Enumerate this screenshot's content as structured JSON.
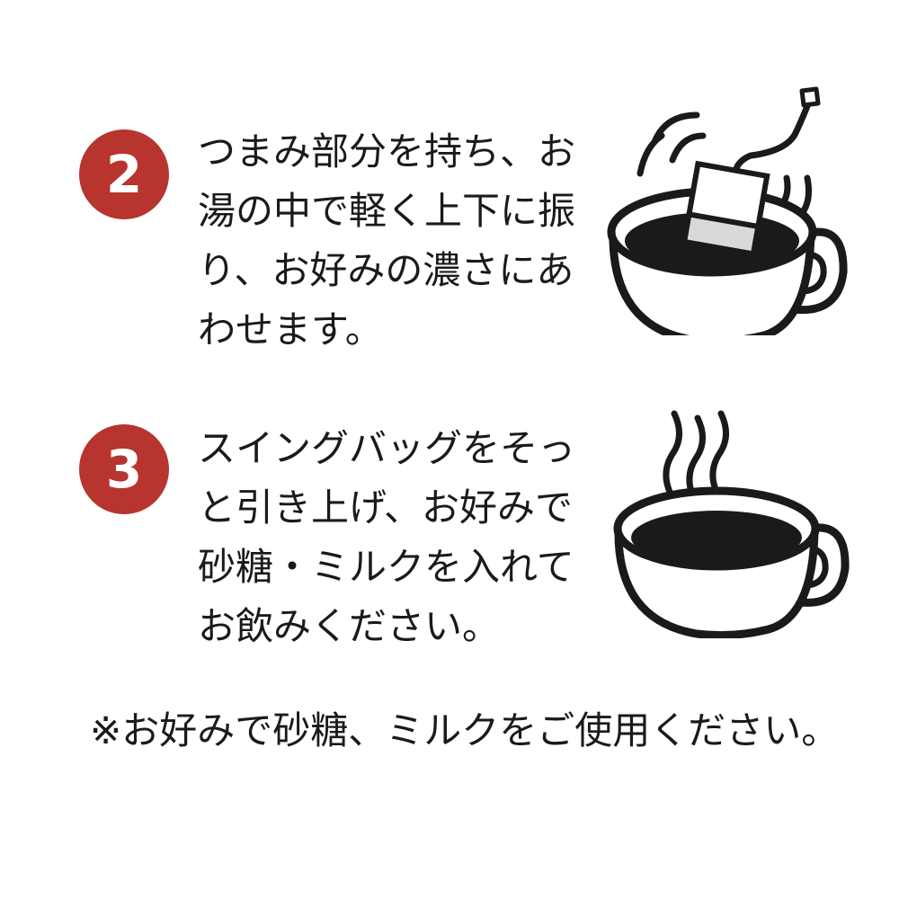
{
  "steps": [
    {
      "number": "2",
      "text": "つまみ部分を持ち、お湯の中で軽く上下に振り、お好みの濃さにあわせます。",
      "illustration_icon": "cup-with-swinging-teabag-icon"
    },
    {
      "number": "3",
      "text": "スイングバッグをそっと引き上げ、お好みで砂糖・ミルクを入れてお飲みください。",
      "illustration_icon": "steaming-coffee-cup-icon"
    }
  ],
  "footnote": "※お好みで砂糖、ミルクをご使用ください。",
  "colors": {
    "badge": "#b8342f",
    "text": "#1a1a1a",
    "coffee": "#1a1a1a",
    "bag_tag": "#d9d9d9"
  }
}
